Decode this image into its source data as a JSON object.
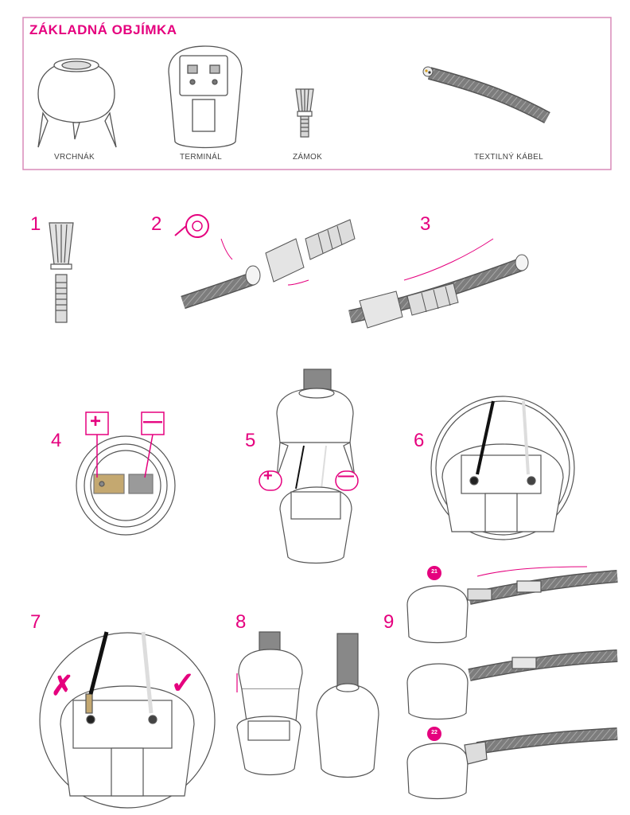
{
  "header": {
    "title": "ZÁKLADNÁ OBJÍMKA",
    "parts": [
      {
        "label": "VRCHNÁK"
      },
      {
        "label": "TERMINÁL"
      },
      {
        "label": "ZÁMOK"
      },
      {
        "label": "TEXTILNÝ KÁBEL"
      }
    ]
  },
  "steps": [
    "1",
    "2",
    "3",
    "4",
    "5",
    "6",
    "7",
    "8",
    "9"
  ],
  "signs": {
    "plus": "+",
    "minus": "—",
    "wrong": "✗",
    "right": "✓"
  },
  "substeps": {
    "a": "21",
    "b": "22"
  },
  "colors": {
    "accent": "#e5007e",
    "cable": "#7a7a7a",
    "outline": "#555555",
    "terminal": "#b8a070"
  }
}
